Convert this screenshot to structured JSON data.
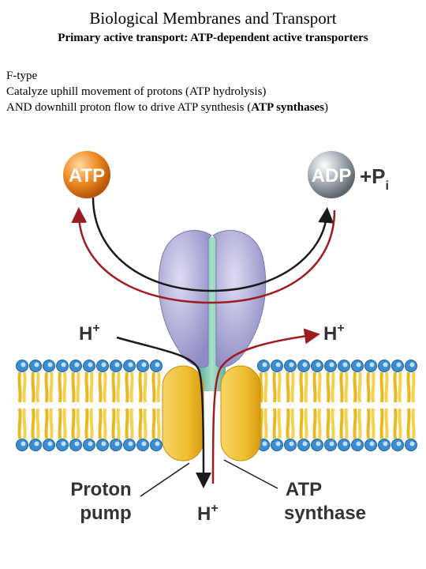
{
  "title": "Biological Membranes and Transport",
  "subtitle": "Primary active transport: ATP-dependent active transporters",
  "description": {
    "line1": "F-type",
    "line2": "Catalyze uphill movement of protons (ATP hydrolysis)",
    "line3_prefix": "AND downhill proton flow to drive ATP synthesis (",
    "line3_bold": "ATP synthases",
    "line3_suffix": ")"
  },
  "figure": {
    "atp": "ATP",
    "adp": "ADP",
    "pi_plus": "+P",
    "pi_sub": "i",
    "h_plus_left_base": "H",
    "h_plus_right_base": "H",
    "h_plus_bottom_base": "H",
    "plus_sign": "+",
    "proton_pump_line1": "Proton",
    "proton_pump_line2": "pump",
    "atp_synthase_line1": "ATP",
    "atp_synthase_line2": "synthase"
  },
  "colors": {
    "atp_sphere": "#f08a24",
    "adp_sphere": "#9aa4ac",
    "synthesis_arrow": "#9e1b1f",
    "hydrolysis_arrow": "#1a1a1a",
    "protein_head": "#b3b2dc",
    "protein_stalk": "#7fc8b0",
    "membrane_domain": "#f2c23a",
    "lipid_head": "#3c8dd0",
    "lipid_tail": "#f4d24a"
  }
}
